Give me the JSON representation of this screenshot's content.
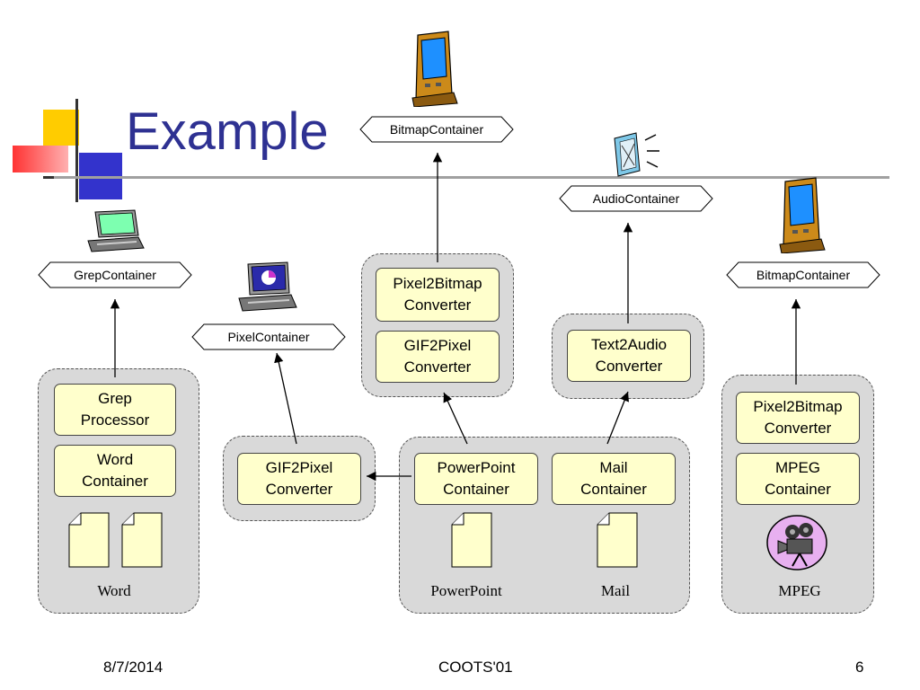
{
  "slide": {
    "title": "Example",
    "footer_date": "8/7/2014",
    "footer_center": "COOTS'01",
    "footer_page": "6"
  },
  "containers": {
    "grep": "GrepContainer",
    "pixel": "PixelContainer",
    "bitmap_center": "BitmapContainer",
    "audio": "AudioContainer",
    "bitmap_right": "BitmapContainer"
  },
  "components": {
    "grep_processor": "Grep\nProcessor",
    "word_container": "Word\nContainer",
    "gif2pixel_left": "GIF2Pixel\nConverter",
    "pixel2bitmap_center": "Pixel2Bitmap\nConverter",
    "gif2pixel_center": "GIF2Pixel\nConverter",
    "text2audio": "Text2Audio\nConverter",
    "powerpoint_container": "PowerPoint\nContainer",
    "mail_container": "Mail\nContainer",
    "pixel2bitmap_right": "Pixel2Bitmap\nConverter",
    "mpeg_container": "MPEG\nContainer"
  },
  "captions": {
    "word": "Word",
    "powerpoint": "PowerPoint",
    "mail": "Mail",
    "mpeg": "MPEG"
  },
  "icons": {
    "pda": "pda-device-icon",
    "laptop": "laptop-icon",
    "speaker": "speaker-icon",
    "camera": "movie-camera-icon",
    "document": "document-icon"
  },
  "colors": {
    "title": "#2e3192",
    "box_fill": "#ffffcc",
    "group_fill": "#d9d9d9"
  }
}
